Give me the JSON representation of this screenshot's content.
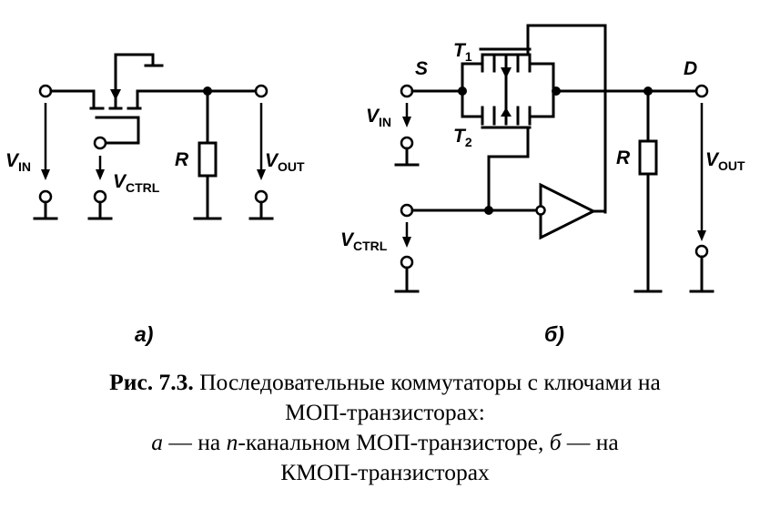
{
  "diagram_a": {
    "label_vin": "V",
    "label_vin_sub": "IN",
    "label_vctrl": "V",
    "label_vctrl_sub": "CTRL",
    "label_r": "R",
    "label_vout": "V",
    "label_vout_sub": "OUT",
    "panel_label": "а)"
  },
  "diagram_b": {
    "label_s": "S",
    "label_d": "D",
    "label_t1": "T",
    "label_t1_sub": "1",
    "label_t2": "T",
    "label_t2_sub": "2",
    "label_vin": "V",
    "label_vin_sub": "IN",
    "label_vctrl": "V",
    "label_vctrl_sub": "CTRL",
    "label_r": "R",
    "label_vout": "V",
    "label_vout_sub": "OUT",
    "panel_label": "б)"
  },
  "caption": {
    "fig_label": "Рис. 7.3.",
    "line1_rest": " Последовательные коммутаторы с ключами на",
    "line2": "МОП-транзисторах:",
    "line3_a": "а",
    "line3_mid1": " — на ",
    "line3_n": "n",
    "line3_mid2": "-канальном МОП-транзисторе, ",
    "line3_b": "б",
    "line3_end": " — на",
    "line4": "КМОП-транзисторах"
  }
}
